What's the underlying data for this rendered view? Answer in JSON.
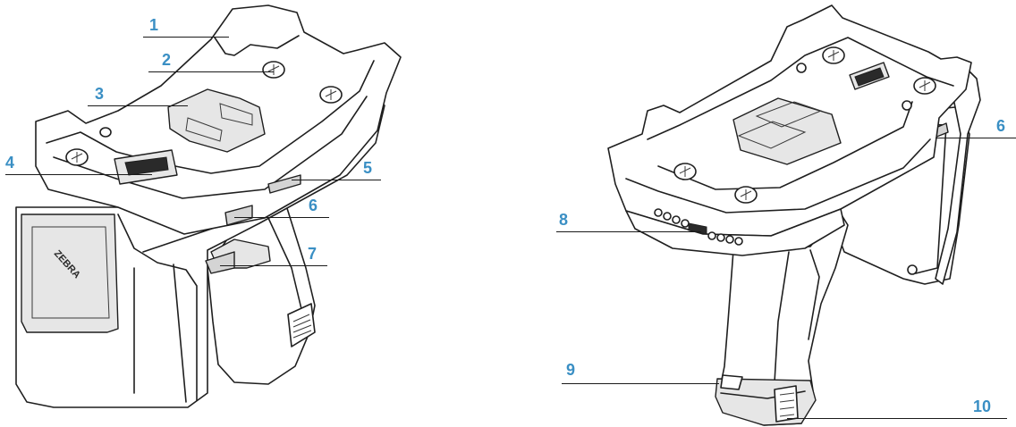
{
  "accent_color": "#3a8fc4",
  "brand_logo": "ZEBRA",
  "callouts": [
    "1",
    "2",
    "3",
    "4",
    "5",
    "6",
    "7",
    "6",
    "8",
    "9",
    "10"
  ]
}
